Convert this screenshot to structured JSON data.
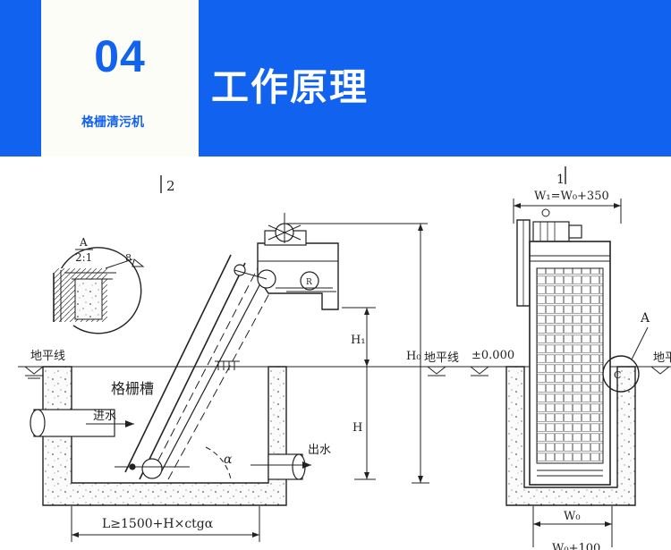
{
  "header": {
    "number": "04",
    "caption": "格栅清污机",
    "title": "工作原理",
    "bg_color": "#1262f0",
    "badge_color": "#fdfdf7"
  },
  "drawing": {
    "side_view": {
      "section_label": "2",
      "detail_a_label": "A",
      "detail_a_scale": "2:1",
      "detail_part": "8",
      "ground_line": "地平线",
      "channel": "格栅槽",
      "inlet": "进水",
      "outlet": "出水",
      "dim_h1": "H₁",
      "dim_h": "H",
      "dim_h0": "H₀",
      "angle": "α",
      "dim_length": "L≥1500+H×ctgα"
    },
    "front_view": {
      "section_label": "1",
      "ground_line": "地平线",
      "elevation": "±0.000",
      "dim_w1": "W₁=W₀+350",
      "dim_w0": "W₀",
      "detail_a_label": "A",
      "detail_c_label": "C",
      "cut_text": "W₀+100",
      "cut_ground": "地平"
    }
  }
}
